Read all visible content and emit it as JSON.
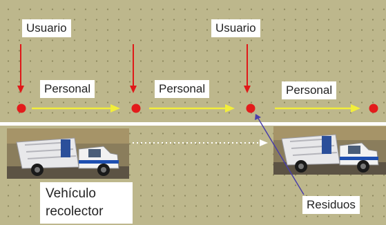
{
  "labels": {
    "usuario_1": "Usuario",
    "usuario_2": "Usuario",
    "personal_1": "Personal",
    "personal_2": "Personal",
    "personal_3": "Personal",
    "vehiculo": "Vehículo recolector",
    "residuos": "Residuos"
  },
  "colors": {
    "background": "#bdb78c",
    "node": "#e31b1b",
    "down_arrow": "#e01818",
    "flow_arrow": "#f2ee3a",
    "residuos_arrow": "#4a3fa8",
    "truck_arrow": "#ffffff"
  },
  "icons": {
    "truck": "garbage-truck-photo",
    "node": "red-dot"
  }
}
